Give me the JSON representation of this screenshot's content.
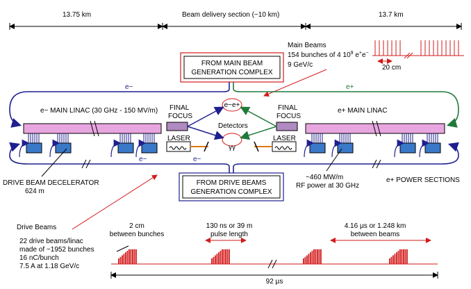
{
  "diagram": {
    "dims": {
      "left_km": "13.75 km",
      "center": "Beam delivery section (~10 km)",
      "right_km": "13.7 km"
    },
    "main_beams": {
      "title": "Main Beams",
      "line1": "154 bunches of 4 10",
      "line1_exp": "9",
      "line1_suffix": " e",
      "line1_sup1": "+",
      "line1_suffix2": "e",
      "line1_sup2": "−",
      "line2": "9 GeV/c",
      "spacing": "20 cm"
    },
    "main_gen": {
      "line1": "FROM MAIN BEAM",
      "line2": "GENERATION COMPLEX"
    },
    "drive_gen": {
      "line1": "FROM DRIVE BEAMS",
      "line2": "GENERATION COMPLEX"
    },
    "labels": {
      "e_minus_top": "e−",
      "e_plus_top": "e+",
      "e_minus_linac": "e− MAIN LINAC (30 GHz - 150 MV/m)",
      "e_plus_linac": "e+ MAIN LINAC",
      "final_focus_left_1": "FINAL",
      "final_focus_left_2": "FOCUS",
      "final_focus_right_1": "FINAL",
      "final_focus_right_2": "FOCUS",
      "detectors": "Detectors",
      "ee": "e−e+",
      "gammagamma": "γγ",
      "laser_left": "LASER",
      "laser_right": "LASER",
      "e_minus_bottom_left": "e−",
      "e_minus_bottom_mid": "e−",
      "decelerator_1": "DRIVE BEAM DECELERATOR",
      "decelerator_2": "624 m",
      "rf_power_1": "~460 MW/m",
      "rf_power_2": "RF power at 30 GHz",
      "power_sections": "e+ POWER SECTIONS"
    },
    "drive_beams": {
      "title": "Drive Beams",
      "line1": "22 drive beams/linac",
      "line2": "made of ~1952 bunches",
      "line3": "16 nC/bunch",
      "line4": "7.5 A at 1.18 GeV/c",
      "between_bunches_1": "2 cm",
      "between_bunches_2": "between bunches",
      "pulse_1": "130 ns or 39 m",
      "pulse_2": "pulse length",
      "between_beams_1": "4.16 µs or 1.248 km",
      "between_beams_2": "between beams",
      "total": "92 µs"
    },
    "colors": {
      "beam_blue": "#1f1f8f",
      "beam_green": "#1f7a3a",
      "linac_pink": "#e8a6e0",
      "klystron_blue": "#3a78c8",
      "bunch_red": "#d21a1a",
      "laser_orange": "#e07a10"
    }
  }
}
